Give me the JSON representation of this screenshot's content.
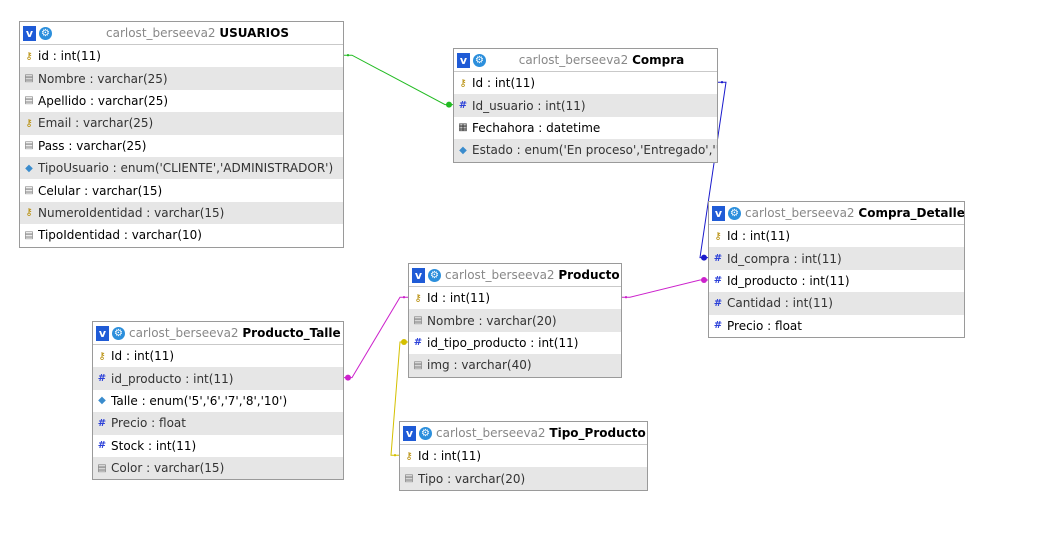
{
  "tables": [
    {
      "db": "carlost_berseeva2",
      "name": "USUARIOS",
      "columns": [
        {
          "text": "id : int(11)",
          "icon": "key-icon",
          "alt": false
        },
        {
          "text": "Nombre : varchar(25)",
          "icon": "text-field-icon",
          "alt": true
        },
        {
          "text": "Apellido : varchar(25)",
          "icon": "text-field-icon",
          "alt": false
        },
        {
          "text": "Email : varchar(25)",
          "icon": "key-icon",
          "alt": true
        },
        {
          "text": "Pass : varchar(25)",
          "icon": "text-field-icon",
          "alt": false
        },
        {
          "text": "TipoUsuario : enum('CLIENTE','ADMINISTRADOR')",
          "icon": "enum-icon",
          "alt": true
        },
        {
          "text": "Celular : varchar(15)",
          "icon": "text-field-icon",
          "alt": false
        },
        {
          "text": "NumeroIdentidad : varchar(15)",
          "icon": "key-icon",
          "alt": true
        },
        {
          "text": "TipoIdentidad : varchar(10)",
          "icon": "text-field-icon",
          "alt": false
        }
      ]
    },
    {
      "db": "carlost_berseeva2",
      "name": "Compra",
      "columns": [
        {
          "text": "Id : int(11)",
          "icon": "key-icon",
          "alt": false
        },
        {
          "text": "Id_usuario : int(11)",
          "icon": "number-field-icon",
          "alt": true
        },
        {
          "text": "Fechahora : datetime",
          "icon": "datetime-field-icon",
          "alt": false
        },
        {
          "text": "Estado : enum('En proceso','Entregado','')",
          "icon": "enum-icon",
          "alt": true
        }
      ]
    },
    {
      "db": "carlost_berseeva2",
      "name": "Compra_Detalle",
      "columns": [
        {
          "text": "Id : int(11)",
          "icon": "key-icon",
          "alt": false
        },
        {
          "text": "Id_compra : int(11)",
          "icon": "number-field-icon",
          "alt": true
        },
        {
          "text": "Id_producto : int(11)",
          "icon": "number-field-icon",
          "alt": false
        },
        {
          "text": "Cantidad : int(11)",
          "icon": "number-field-icon",
          "alt": true
        },
        {
          "text": "Precio : float",
          "icon": "number-field-icon",
          "alt": false
        }
      ]
    },
    {
      "db": "carlost_berseeva2",
      "name": "Producto",
      "columns": [
        {
          "text": "Id : int(11)",
          "icon": "key-icon",
          "alt": false
        },
        {
          "text": "Nombre : varchar(20)",
          "icon": "text-field-icon",
          "alt": true
        },
        {
          "text": "id_tipo_producto : int(11)",
          "icon": "number-field-icon",
          "alt": false
        },
        {
          "text": "img : varchar(40)",
          "icon": "text-field-icon",
          "alt": true
        }
      ]
    },
    {
      "db": "carlost_berseeva2",
      "name": "Producto_Talle",
      "columns": [
        {
          "text": "Id : int(11)",
          "icon": "key-icon",
          "alt": false
        },
        {
          "text": "id_producto : int(11)",
          "icon": "number-field-icon",
          "alt": true
        },
        {
          "text": "Talle : enum('5','6','7','8','10')",
          "icon": "enum-icon",
          "alt": false
        },
        {
          "text": "Precio : float",
          "icon": "number-field-icon",
          "alt": true
        },
        {
          "text": "Stock : int(11)",
          "icon": "number-field-icon",
          "alt": false
        },
        {
          "text": "Color : varchar(15)",
          "icon": "text-field-icon",
          "alt": true
        }
      ]
    },
    {
      "db": "carlost_berseeva2",
      "name": "Tipo_Producto",
      "columns": [
        {
          "text": "Id : int(11)",
          "icon": "key-icon",
          "alt": false
        },
        {
          "text": "Tipo : varchar(20)",
          "icon": "text-field-icon",
          "alt": true
        }
      ]
    }
  ],
  "relations": [
    {
      "from": "Compra.Id_usuario",
      "to": "USUARIOS.id",
      "color": "#22bb22"
    },
    {
      "from": "Compra_Detalle.Id_compra",
      "to": "Compra.Id",
      "color": "#1a1acc"
    },
    {
      "from": "Compra_Detalle.Id_producto",
      "to": "Producto.Id",
      "color": "#cc22cc"
    },
    {
      "from": "Producto_Talle.id_producto",
      "to": "Producto.Id",
      "color": "#cc22cc"
    },
    {
      "from": "Producto.id_tipo_producto",
      "to": "Tipo_Producto.Id",
      "color": "#d4c000"
    }
  ],
  "header_icons": {
    "version_badge": "v",
    "settings_icon": "gear-icon"
  }
}
